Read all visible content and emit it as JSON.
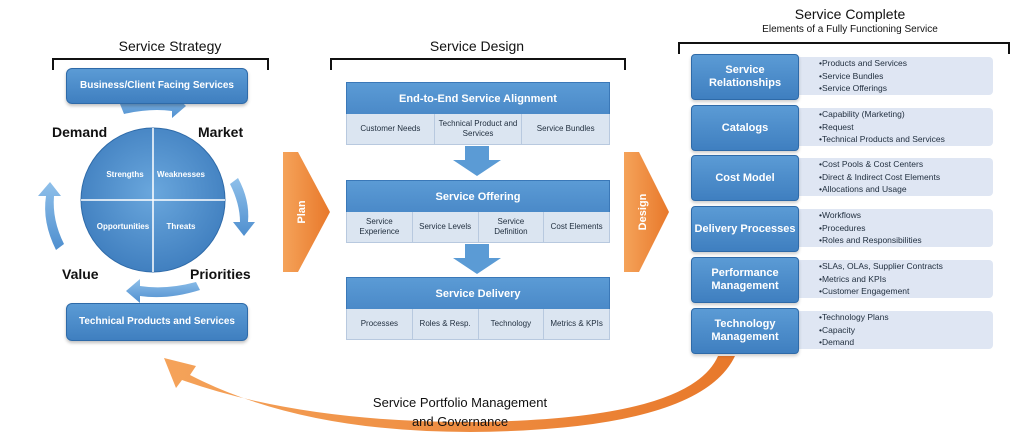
{
  "strategy": {
    "heading": "Service Strategy",
    "top_pill": "Business/Client Facing Services",
    "bottom_pill": "Technical Products and Services",
    "quadrants": [
      "Strengths",
      "Weaknesses",
      "Opportunities",
      "Threats"
    ],
    "corners": {
      "tl": "Demand",
      "tr": "Market",
      "bl": "Value",
      "br": "Priorities"
    }
  },
  "plan_label": "Plan",
  "design_label": "Design",
  "design": {
    "heading": "Service Design",
    "sections": [
      {
        "title": "End-to-End Service Alignment",
        "cells": [
          "Customer Needs",
          "Technical Product and Services",
          "Service Bundles"
        ]
      },
      {
        "title": "Service Offering",
        "cells": [
          "Service Experience",
          "Service Levels",
          "Service Definition",
          "Cost Elements"
        ]
      },
      {
        "title": "Service Delivery",
        "cells": [
          "Processes",
          "Roles & Resp.",
          "Technology",
          "Metrics & KPIs"
        ]
      }
    ]
  },
  "complete": {
    "heading": "Service Complete",
    "subheading": "Elements of a Fully Functioning Service",
    "rows": [
      {
        "label": "Service Relationships",
        "items": [
          "•Products and Services",
          "•Service Bundles",
          "•Service Offerings"
        ]
      },
      {
        "label": "Catalogs",
        "items": [
          "•Capability (Marketing)",
          "•Request",
          "•Technical Products and Services"
        ]
      },
      {
        "label": "Cost Model",
        "items": [
          "•Cost Pools & Cost Centers",
          "•Direct & Indirect Cost Elements",
          "•Allocations and Usage"
        ]
      },
      {
        "label": "Delivery Processes",
        "items": [
          "•Workflows",
          "•Procedures",
          "•Roles and Responsibilities"
        ]
      },
      {
        "label": "Performance Management",
        "items": [
          "•SLAs, OLAs, Supplier Contracts",
          "•Metrics and KPIs",
          "•Customer Engagement"
        ]
      },
      {
        "label": "Technology Management",
        "items": [
          "•Technology Plans",
          "•Capacity",
          "•Demand"
        ]
      }
    ]
  },
  "footer": {
    "line1": "Service Portfolio Management",
    "line2": "and Governance"
  }
}
